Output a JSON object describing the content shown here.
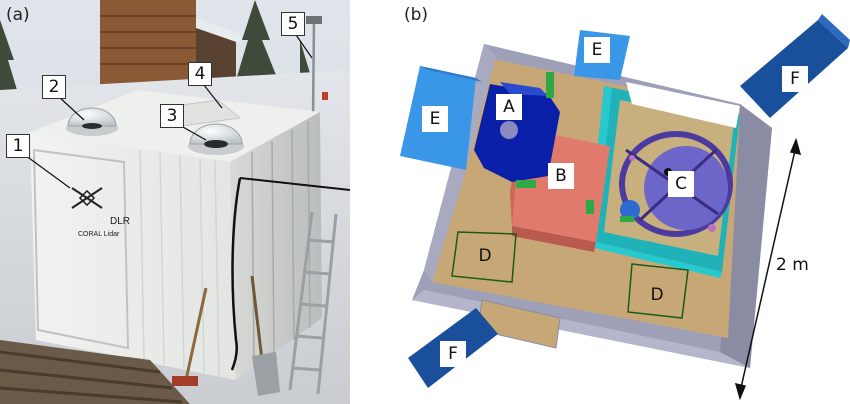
{
  "panels": {
    "a": {
      "label": "(a)",
      "callouts": [
        "1",
        "2",
        "3",
        "4",
        "5"
      ],
      "container_logo": {
        "brand": "DLR",
        "subtitle": "CORAL Lidar"
      }
    },
    "b": {
      "label": "(b)",
      "components": {
        "A": "A",
        "B": "B",
        "C": "C",
        "D1": "D",
        "D2": "D",
        "E1": "E",
        "E2": "E",
        "F1": "F",
        "F2": "F"
      },
      "scale_label": "2 m"
    }
  },
  "colors": {
    "snow": "#e8ecef",
    "container_white": "#f1f2ef",
    "wood_hut": "#8a5a36",
    "floor_tan": "#c8a777",
    "wall_grey": "#9ea0b8",
    "rack_blue_dark": "#0a1fa8",
    "rack_salmon": "#e07a6c",
    "cyan_frame": "#27c9cf",
    "telescope_purple": "#6c66c8",
    "panel_light_blue": "#3a96e6",
    "panel_dark_blue": "#1a4f9c"
  }
}
